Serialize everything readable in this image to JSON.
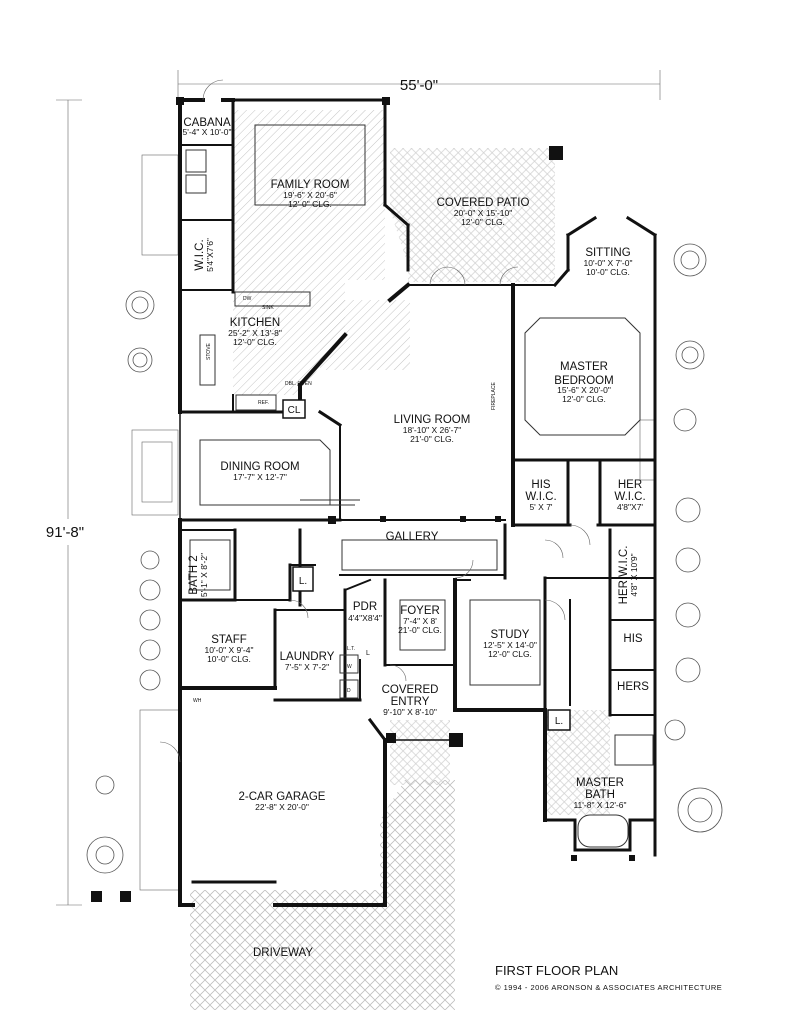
{
  "dimensions": {
    "width": "55'-0\"",
    "depth": "91'-8\""
  },
  "rooms": {
    "cabana": {
      "name": "CABANA",
      "size": "5'-4\" X 10'-0\""
    },
    "family_room": {
      "name": "FAMILY ROOM",
      "size": "19'-6\" X 20'-6\"",
      "ceiling": "12'-0\" CLG."
    },
    "covered_patio": {
      "name": "COVERED PATIO",
      "size": "20'-0\" X 15'-10\"",
      "ceiling": "12'-0\" CLG."
    },
    "sitting": {
      "name": "SITTING",
      "size": "10'-0\" X 7'-0\"",
      "ceiling": "10'-0\" CLG."
    },
    "wic_left": {
      "name": "W.I.C.",
      "size": "5'4\"X7'6\""
    },
    "kitchen": {
      "name": "KITCHEN",
      "size": "25'-2\" X 13'-8\"",
      "ceiling": "12'-0\" CLG."
    },
    "master_bedroom": {
      "name1": "MASTER",
      "name2": "BEDROOM",
      "size": "15'-6\" X 20'-0\"",
      "ceiling": "12'-0\" CLG."
    },
    "living_room": {
      "name": "LIVING ROOM",
      "size": "18'-10\" X 26'-7\"",
      "ceiling": "21'-0\" CLG."
    },
    "dining_room": {
      "name": "DINING ROOM",
      "size": "17'-7\" X 12'-7\""
    },
    "his_wic": {
      "name1": "HIS",
      "name2": "W.I.C.",
      "size": "5' X 7'"
    },
    "her_wic": {
      "name1": "HER",
      "name2": "W.I.C.",
      "size": "4'8\"X7'"
    },
    "gallery": {
      "name": "GALLERY"
    },
    "bath2": {
      "name": "BATH 2",
      "size": "5'-1\" X 8'-2\""
    },
    "her_wic_2": {
      "name": "HER W.I.C.",
      "size": "4'8\" X 10'9\""
    },
    "pdr": {
      "name": "PDR",
      "size": "4'4\"X8'4\""
    },
    "foyer": {
      "name": "FOYER",
      "size": "7'-4\" X 8'",
      "ceiling": "21'-0\" CLG."
    },
    "study": {
      "name": "STUDY",
      "size": "12'-5\" X 14'-0\"",
      "ceiling": "12'-0\" CLG."
    },
    "staff": {
      "name": "STAFF",
      "size": "10'-0\" X 9'-4\"",
      "ceiling": "10'-0\" CLG."
    },
    "laundry": {
      "name": "LAUNDRY",
      "size": "7'-5\" X 7'-2\""
    },
    "his": {
      "name": "HIS"
    },
    "hers": {
      "name": "HERS"
    },
    "covered_entry": {
      "name1": "COVERED",
      "name2": "ENTRY",
      "size": "9'-10\" X 8'-10\""
    },
    "master_bath": {
      "name1": "MASTER",
      "name2": "BATH",
      "size": "11'-8\" X 12'-6\""
    },
    "garage": {
      "name": "2-CAR GARAGE",
      "size": "22'-8\" X 20'-0\""
    },
    "driveway": {
      "name": "DRIVEWAY"
    }
  },
  "fixtures": {
    "cl": "CL",
    "linen_1": "L.",
    "linen_2": "L.",
    "linen_3": "L",
    "dw": "DW",
    "sink": "SINK",
    "stove": "STOVE",
    "ref": "REF.",
    "dbl_oven": "DBL. OVEN",
    "fireplace": "FIREPLACE",
    "wh": "WH",
    "washer": "W",
    "dryer": "D",
    "lt": "L.T."
  },
  "caption": {
    "title": "FIRST FLOOR PLAN",
    "copyright": "© 1994 - 2006 ARONSON & ASSOCIATES ARCHITECTURE"
  }
}
